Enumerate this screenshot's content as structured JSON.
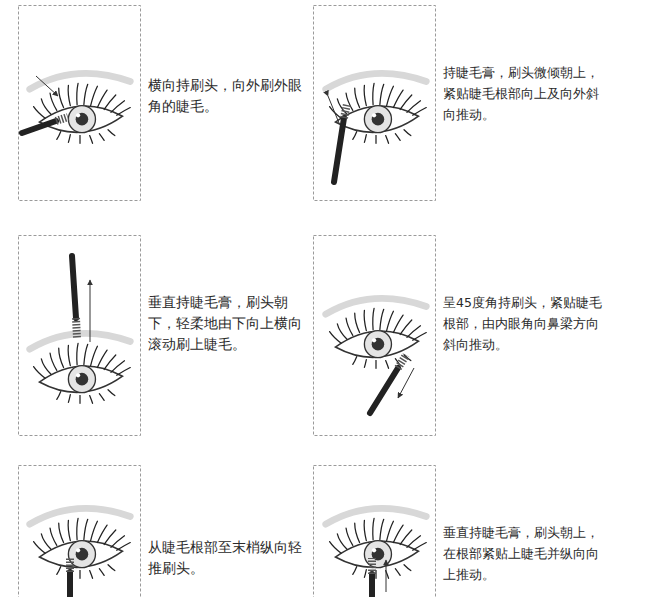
{
  "diagram": {
    "labels": [
      "横向持刷头，向外刷外眼角的睫毛。",
      "持睫毛膏，刷头微倾朝上，紧贴睫毛根部向上及向外斜向推动。",
      "垂直持睫毛膏，刷头朝下，轻柔地由下向上横向滚动刷上睫毛。",
      "呈45度角持刷头，紧贴睫毛根部，由内眼角向鼻梁方向斜向推动。",
      "从睫毛根部至末梢纵向轻推刷头。",
      "垂直持睫毛膏，刷头朝上，在根部紧贴上睫毛并纵向向上推动。"
    ]
  }
}
